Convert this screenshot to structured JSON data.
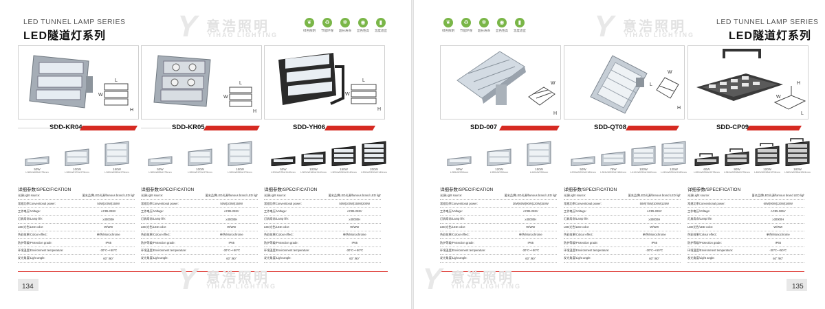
{
  "series": {
    "en": "LED TUNNEL LAMP SERIES",
    "cn": "LED隧道灯系列"
  },
  "brand": {
    "cn": "意浩照明",
    "en": "YIHAO LIGHTING"
  },
  "features": [
    {
      "label": "绿色照明",
      "icon": "leaf-icon"
    },
    {
      "label": "节能环保",
      "icon": "recycle-icon"
    },
    {
      "label": "超长寿命",
      "icon": "fan-icon"
    },
    {
      "label": "显色性高",
      "icon": "bulb-icon"
    },
    {
      "label": "温度适宜",
      "icon": "thermometer-icon"
    }
  ],
  "spec_title": "详细参数/SPECIFICATION",
  "spec_labels": {
    "light_source": "光源Light source:",
    "power": "常规功率Conventional power:",
    "voltage": "工作电压/Voltage:",
    "lamp_life": "灯具寿命/Lamp life:",
    "led_color": "LED光色/LED color:",
    "colour_effect": "色彩效果/Colour effect:",
    "protection": "防护等级/Protection grade:",
    "env_temp": "环境温度/Environment temperature:",
    "light_angle": "发光角度/Light angle:"
  },
  "common": {
    "light_source": "著名品牌LED光源/famous brand LED light source",
    "voltage": "AC85-265V",
    "lamp_life": "≥30000H",
    "led_color": "W/WW",
    "colour_effect": "单色/Monochrome",
    "protection": "IP65",
    "env_temp": "-30℃~+50℃",
    "light_angle": "60° /90°"
  },
  "products": [
    {
      "model": "SDD-KR04",
      "power": "50W|100W|150W",
      "variants": [
        {
          "w": "50W",
          "d": "L360xW85xH75mm"
        },
        {
          "w": "100W",
          "d": "L360xW170xH75mm"
        },
        {
          "w": "150W",
          "d": "L360xW265xH75mm"
        }
      ]
    },
    {
      "model": "SDD-KR05",
      "power": "50W|100W|150W",
      "variants": [
        {
          "w": "50W",
          "d": "L360xW85xH75mm"
        },
        {
          "w": "100W",
          "d": "L360xW170xH75mm"
        },
        {
          "w": "150W",
          "d": "L360xW265xH75mm"
        }
      ]
    },
    {
      "model": "SDD-YH06",
      "power": "50W|100W|150W|200W",
      "variants": [
        {
          "w": "50W",
          "d": "L300xW75xH140mm"
        },
        {
          "w": "100W",
          "d": "L300xW160xH140mm"
        },
        {
          "w": "150W",
          "d": "L300xW245xH140mm"
        },
        {
          "w": "200W",
          "d": "L300xW330xH140mm"
        }
      ]
    },
    {
      "model": "SDD-007",
      "power": "30W|60W|90W|120W|150W",
      "variants": [
        {
          "w": "90W",
          "d": "L265xW290mm"
        },
        {
          "w": "120W",
          "d": "L350xW290mm"
        },
        {
          "w": "150W",
          "d": "L440xW290mm"
        }
      ]
    },
    {
      "model": "SDD-QT08",
      "power": "50W|75W|100W|125W",
      "variants": [
        {
          "w": "50W",
          "d": "L205xW290xH180mm"
        },
        {
          "w": "75W",
          "d": "L301xW290xH180mm"
        },
        {
          "w": "100W",
          "d": "L412xW290xH180mm"
        },
        {
          "w": "125W",
          "d": "L415xW290xH180mm"
        }
      ]
    },
    {
      "model": "SDD-CP09",
      "power": "60W|90W|120W|180W",
      "variants": [
        {
          "w": "60W",
          "d": "L260xW298xH278mm"
        },
        {
          "w": "90W",
          "d": "L340xW298xH278mm"
        },
        {
          "w": "120W",
          "d": "L460xW298xH278mm"
        },
        {
          "w": "180W",
          "d": "L560xW298xH281mm"
        }
      ]
    }
  ],
  "page_numbers": {
    "left": "134",
    "right": "135"
  },
  "dim_letters": {
    "l": "L",
    "w": "W",
    "h": "H"
  },
  "colors": {
    "accent_red": "#d62a22",
    "green": "#7ab648",
    "fixture": "#9aa3ad"
  }
}
